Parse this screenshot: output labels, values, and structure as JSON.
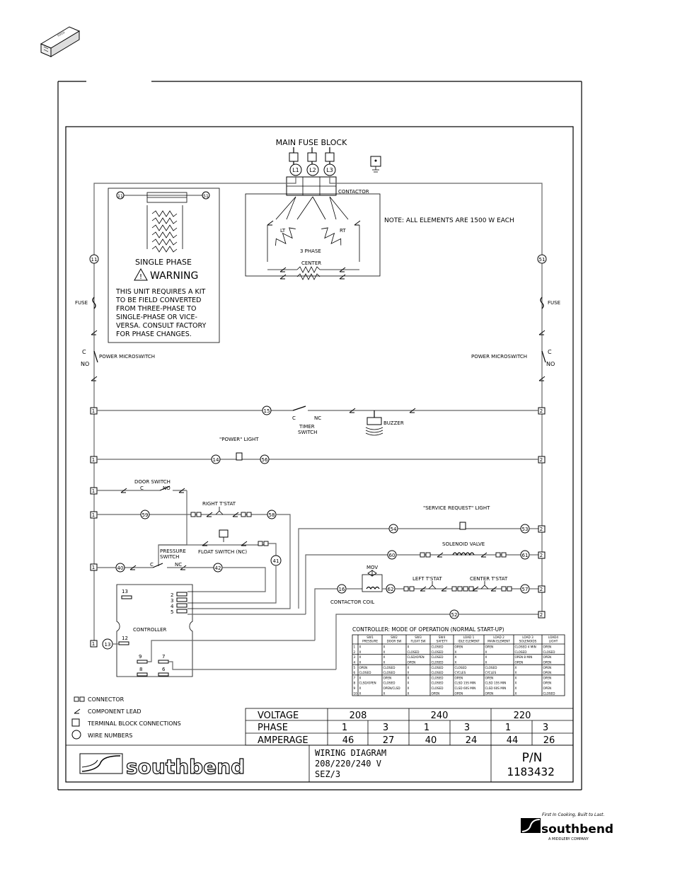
{
  "title_block": {
    "title": "MAIN FUSE BLOCK",
    "fuse_terms": [
      "L1",
      "L2",
      "L3"
    ],
    "contactor": "CONTACTOR",
    "note": "NOTE:  ALL ELEMENTS ARE 1500 W EACH",
    "lt": "LT",
    "rt": "RT",
    "three_phase": "3 PHASE",
    "center": "CENTER"
  },
  "single_phase": {
    "left_wire": "11",
    "right_wire": "51",
    "title": "SINGLE PHASE",
    "warning": "WARNING",
    "lines": [
      "THIS UNIT REQUIRES A KIT",
      "TO BE FIELD CONVERTED",
      "FROM THREE-PHASE TO",
      "SINGLE-PHASE OR VICE-",
      "VERSA. CONSULT FACTORY",
      "FOR PHASE CHANGES."
    ]
  },
  "labels": {
    "w11": "11",
    "w51": "51",
    "fuse_left": "FUSE",
    "fuse_right": "FUSE",
    "c_left": "C",
    "no_left": "NO",
    "c_right": "C",
    "no_right": "NO",
    "pm_left": "POWER MICROSWITCH",
    "pm_right": "POWER MICROSWITCH",
    "tb1": "1",
    "tb2": "2",
    "w15": "15",
    "timer_c": "C",
    "timer_nc": "NC",
    "timer": "TIMER",
    "switch": "SWITCH",
    "buzzer": "BUZZER",
    "power_light": "\"POWER\" LIGHT",
    "w14": "14",
    "w56": "56",
    "door_switch": "DOOR SWITCH",
    "door_c": "C",
    "door_no": "NO",
    "right_tstat": "RIGHT T'STAT",
    "w59": "59",
    "w58": "58",
    "service_light": "\"SERVICE REQUEST\" LIGHT",
    "w54": "54",
    "w53": "53",
    "pressure_switch_1": "PRESSURE",
    "pressure_switch_2": "SWITCH",
    "float_switch": "FLOAT SWITCH (NC)",
    "ps_c": "C",
    "ps_nc": "NC",
    "w40": "40",
    "w42": "42",
    "w41": "41",
    "w60": "60",
    "solenoid": "SOLENOID VALVE",
    "w61": "61",
    "mov": "MOV",
    "left_tstat": "LEFT T'STAT",
    "center_tstat": "CENTER T'STAT",
    "w16": "16",
    "w62": "62",
    "w57": "57",
    "contactor_coil": "CONTACTOR COIL",
    "w52": "52",
    "controller": "CONTROLLER",
    "ctl_13": "13",
    "ctl_12": "12",
    "ctl_2": "2",
    "ctl_3": "3",
    "ctl_4": "4",
    "ctl_5": "5",
    "ctl_9": "9",
    "ctl_7": "7",
    "ctl_8": "8",
    "ctl_6": "6",
    "w13": "13"
  },
  "mode_table": {
    "title": "CONTROLLER: MODE OF OPERATION (NORMAL START-UP)",
    "headers": [
      [
        "SW1",
        "PRESSURE"
      ],
      [
        "SW2",
        "DOOR SW"
      ],
      [
        "SW3",
        "FLOAT SW"
      ],
      [
        "SW4",
        "SAFETY"
      ],
      [
        "LOAD 1",
        "IDLE ELEMENT"
      ],
      [
        "LOAD 2",
        "MAIN ELEMENT"
      ],
      [
        "LOAD 3",
        "SOLENOIDS"
      ],
      [
        "LOAD4",
        "LIGHT"
      ]
    ],
    "rows": [
      [
        "1",
        "X",
        "X",
        "X",
        "CLOSED",
        "OPEN",
        "OPEN",
        "CLOSED 4 MIN",
        "OPEN"
      ],
      [
        "2",
        "X",
        "X",
        "CLOSED",
        "CLOSED",
        "X",
        "X",
        "CLOSED",
        "CLOSED"
      ],
      [
        "3",
        "X",
        "X",
        "CLSD/OPEN",
        "CLOSED",
        "X",
        "X",
        "OPEN 8 MIN",
        "OPEN"
      ],
      [
        "4",
        "X",
        "X",
        "OPEN",
        "CLOSED",
        "X",
        "X",
        "OPEN",
        "OPEN"
      ],
      [
        "5",
        "OPEN",
        "CLOSED",
        "X",
        "CLOSED",
        "CLOSED",
        "CLOSED",
        "X",
        "OPEN"
      ],
      [
        "6",
        "CLOSED",
        "CLOSED",
        "X",
        "CLOSED",
        "CYCLES",
        "CYCLES",
        "X",
        "OPEN"
      ],
      [
        "7",
        "X",
        "OPEN",
        "X",
        "CLOSED",
        "OPEN",
        "OPEN",
        "X",
        "OPEN"
      ],
      [
        "8",
        "CLSD/OPEN",
        "CLOSED",
        "X",
        "CLOSED",
        "CLSD 15S MIN",
        "CLSD 15S MIN",
        "X",
        "OPEN"
      ],
      [
        "9",
        "X",
        "OPEN/CLSD",
        "X",
        "CLOSED",
        "CLSD 60S MIN",
        "CLSD 60S MIN",
        "X",
        "OPEN"
      ],
      [
        "10",
        "X",
        "X",
        "X",
        "OPEN",
        "OPEN",
        "OPEN",
        "X",
        "CLOSED"
      ]
    ]
  },
  "legend": [
    {
      "symbol": "connector",
      "label": "CONNECTOR"
    },
    {
      "symbol": "lead",
      "label": "COMPONENT LEAD"
    },
    {
      "symbol": "terminal",
      "label": "TERMINAL BLOCK CONNECTIONS"
    },
    {
      "symbol": "wire",
      "label": "WIRE NUMBERS"
    }
  ],
  "ratings": {
    "voltage_label": "VOLTAGE",
    "phase_label": "PHASE",
    "amperage_label": "AMPERAGE",
    "voltages": [
      "208",
      "240",
      "220"
    ],
    "phases": [
      "1",
      "3",
      "1",
      "3",
      "1",
      "3"
    ],
    "amperages": [
      "46",
      "27",
      "40",
      "24",
      "44",
      "26"
    ]
  },
  "title_box": {
    "brand": "southbend",
    "line1": "WIRING DIAGRAM",
    "line2": "208/220/240 V",
    "line3": "SEZ/3",
    "pn_label": "P/N",
    "pn": "1183432"
  },
  "footer_logo": {
    "tagline": "First In Cooking, Built to Last.",
    "brand": "southbend",
    "sub": "A MIDDLEBY COMPANY"
  }
}
